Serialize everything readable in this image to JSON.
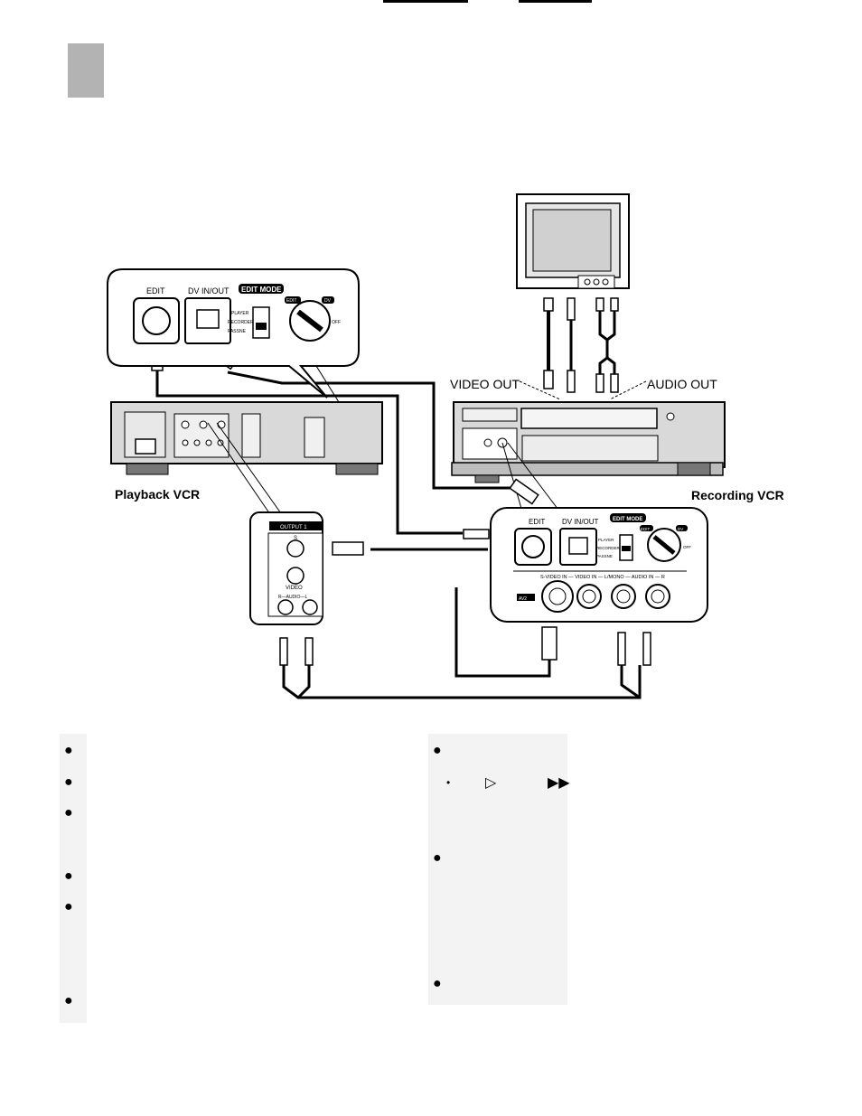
{
  "diagram": {
    "playback_panel": {
      "edit_label": "EDIT",
      "dv_label": "DV IN/OUT",
      "edit_mode_label": "EDIT MODE",
      "switch_positions": [
        "PLAYER",
        "RECORDER",
        "PASSNE"
      ],
      "dial_label_edit": "EDIT",
      "dial_label_dv": "DV",
      "dial_label_off": "OFF"
    },
    "output_panel": {
      "title": "OUTPUT 1",
      "s_label": "S",
      "video_label": "VIDEO",
      "audio_label": "R—AUDIO—L"
    },
    "recording_panel": {
      "edit_label": "EDIT",
      "dv_label": "DV IN/OUT",
      "edit_mode_label": "EDIT MODE",
      "switch_positions": [
        "PLAYER",
        "RECORDER",
        "PASSNE"
      ],
      "dial_label_edit": "EDIT",
      "dial_label_dv": "DV",
      "dial_label_off": "OFF",
      "input_row_label": "S-VIDEO IN — VIDEO IN — L/MONO — AUDIO IN — R",
      "av_label": "AV2"
    },
    "video_out_label": "VIDEO OUT",
    "audio_out_label": "AUDIO OUT",
    "playback_vcr_label": "Playback VCR",
    "recording_vcr_label": "Recording VCR"
  },
  "bullets": {
    "bullet_char": "●",
    "sub_bullet_char": "•",
    "play_glyph": "▷",
    "ff_glyph": "▶▶"
  }
}
